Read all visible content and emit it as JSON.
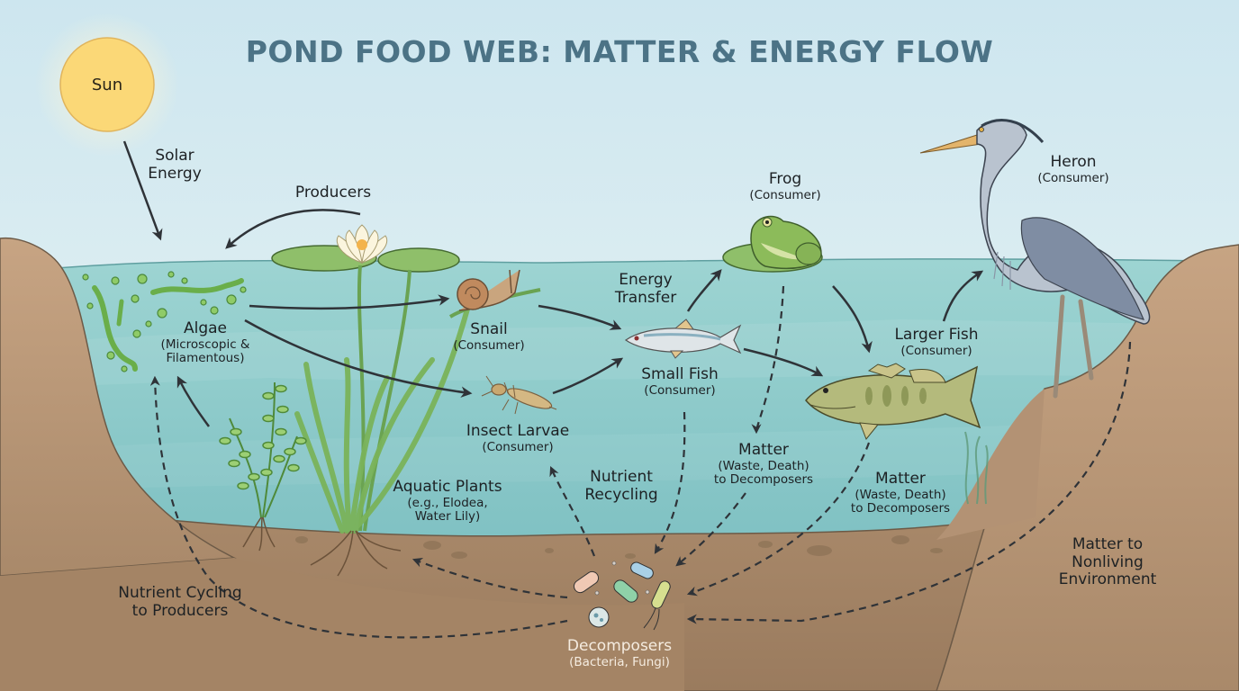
{
  "title": "POND FOOD WEB: MATTER & ENERGY FLOW",
  "colors": {
    "sky_top": "#cfe7ef",
    "sky_bottom": "#eef6f6",
    "water": "#8fcccb",
    "water_deep": "#7bbfc0",
    "sediment": "#a88a6a",
    "bank": "#c19d7a",
    "title": "#4c7386",
    "sun": "#fbd877",
    "arrow": "#2f3338"
  },
  "labels": {
    "sun": "Sun",
    "solar_energy": [
      "Solar",
      "Energy"
    ],
    "producers": "Producers",
    "algae": {
      "name": "Algae",
      "detail": [
        "(Microscopic &",
        "Filamentous)"
      ]
    },
    "snail": {
      "name": "Snail",
      "role": "(Consumer)"
    },
    "insect_larvae": {
      "name": "Insect Larvae",
      "role": "(Consumer)"
    },
    "energy_transfer": [
      "Energy",
      "Transfer"
    ],
    "small_fish": {
      "name": "Small Fish",
      "role": "(Consumer)"
    },
    "frog": {
      "name": "Frog",
      "role": "(Consumer)"
    },
    "heron": {
      "name": "Heron",
      "role": "(Consumer)"
    },
    "larger_fish": {
      "name": "Larger Fish",
      "role": "(Consumer)"
    },
    "matter_1": {
      "name": "Matter",
      "detail": [
        "(Waste, Death)",
        "to Decomposers"
      ]
    },
    "matter_2": {
      "name": "Matter",
      "detail": [
        "(Waste, Death)",
        "to Decomposers"
      ]
    },
    "nutrient_recycling": [
      "Nutrient",
      "Recycling"
    ],
    "aquatic_plants": {
      "name": "Aquatic Plants",
      "detail": [
        "(e.g., Elodea,",
        "Water Lily)"
      ]
    },
    "nutrient_cycling": [
      "Nutrient Cycling",
      "to Producers"
    ],
    "matter_nonliving": [
      "Matter to",
      "Nonliving",
      "Environment"
    ],
    "decomposers": {
      "name": "Decomposers",
      "detail": "(Bacteria, Fungi)"
    }
  }
}
